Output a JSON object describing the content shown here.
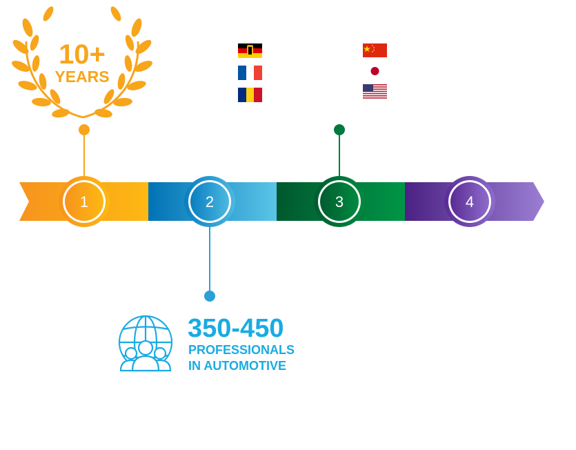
{
  "badge": {
    "big": "10+",
    "small": "YEARS",
    "color": "#F7A51B"
  },
  "steps": [
    {
      "number": "1",
      "colors": [
        "#F7931E",
        "#FDB913"
      ],
      "ring": "#F7A51B"
    },
    {
      "number": "2",
      "colors": [
        "#0072B5",
        "#5BC5E8"
      ],
      "ring": "#2AA0D6"
    },
    {
      "number": "3",
      "colors": [
        "#00582E",
        "#009646"
      ],
      "ring": "#007A3D"
    },
    {
      "number": "4",
      "colors": [
        "#4B2183",
        "#9B7FD4"
      ],
      "ring": "#7A4DB8"
    }
  ],
  "stat": {
    "value": "350-450",
    "line1": "PROFESSIONALS",
    "line2": "IN AUTOMOTIVE",
    "color": "#1AABE2"
  },
  "flags": {
    "left": [
      "germany-flag",
      "france-flag",
      "romania-flag"
    ],
    "right": [
      "china-flag",
      "japan-flag",
      "usa-flag"
    ]
  }
}
